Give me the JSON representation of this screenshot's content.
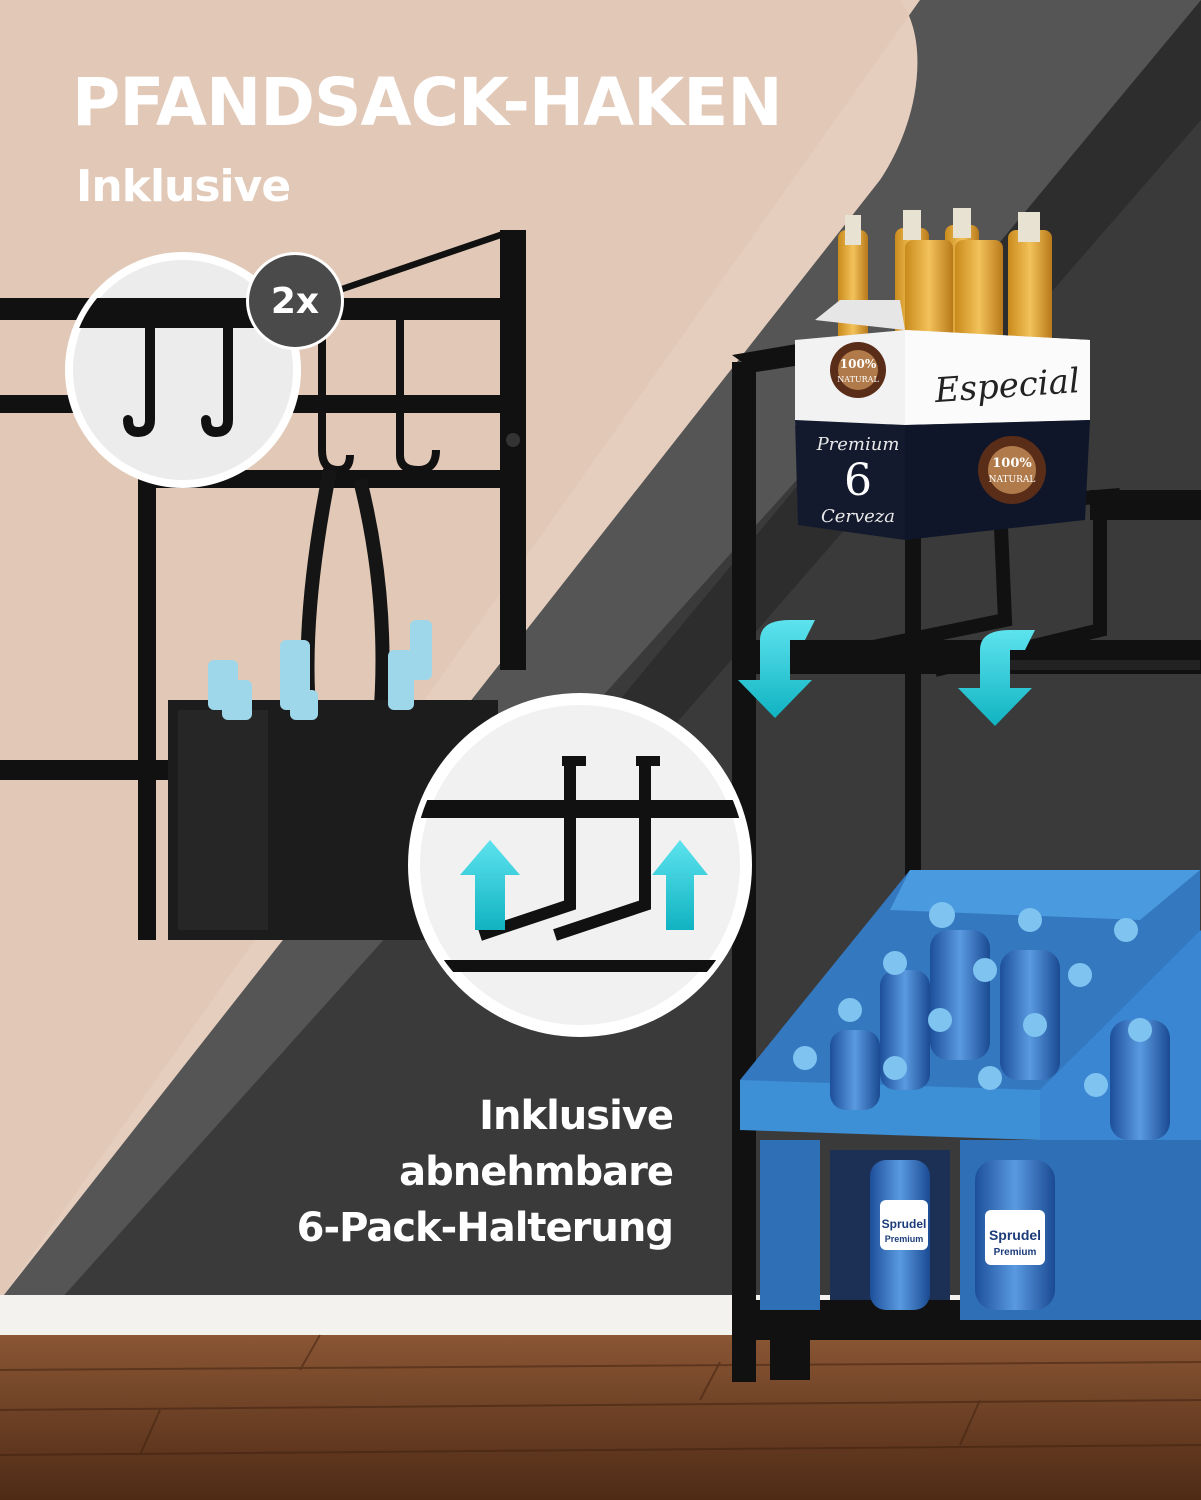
{
  "headline": "PFANDSACK-HAKEN",
  "subheadline": "Inklusive",
  "badge": "2x",
  "caption": {
    "line1": "Inklusive",
    "line2": "abnehmbare",
    "line3": "6-Pack-Halterung"
  },
  "six_pack": {
    "brand": "Especial",
    "premium": "Premium",
    "count": "6",
    "cerveza": "Cerveza",
    "seal_line1": "100%",
    "seal_line2": "NATURAL"
  },
  "bottle_label": {
    "brand": "Sprudel",
    "sub": "Premium"
  },
  "colors": {
    "beige": "#e4cdbd",
    "dark": "#3a3a3a",
    "arrow": "#1fc7d4",
    "crate": "#3d8fd6",
    "frame": "#111111",
    "floor": "#6b3e22"
  }
}
